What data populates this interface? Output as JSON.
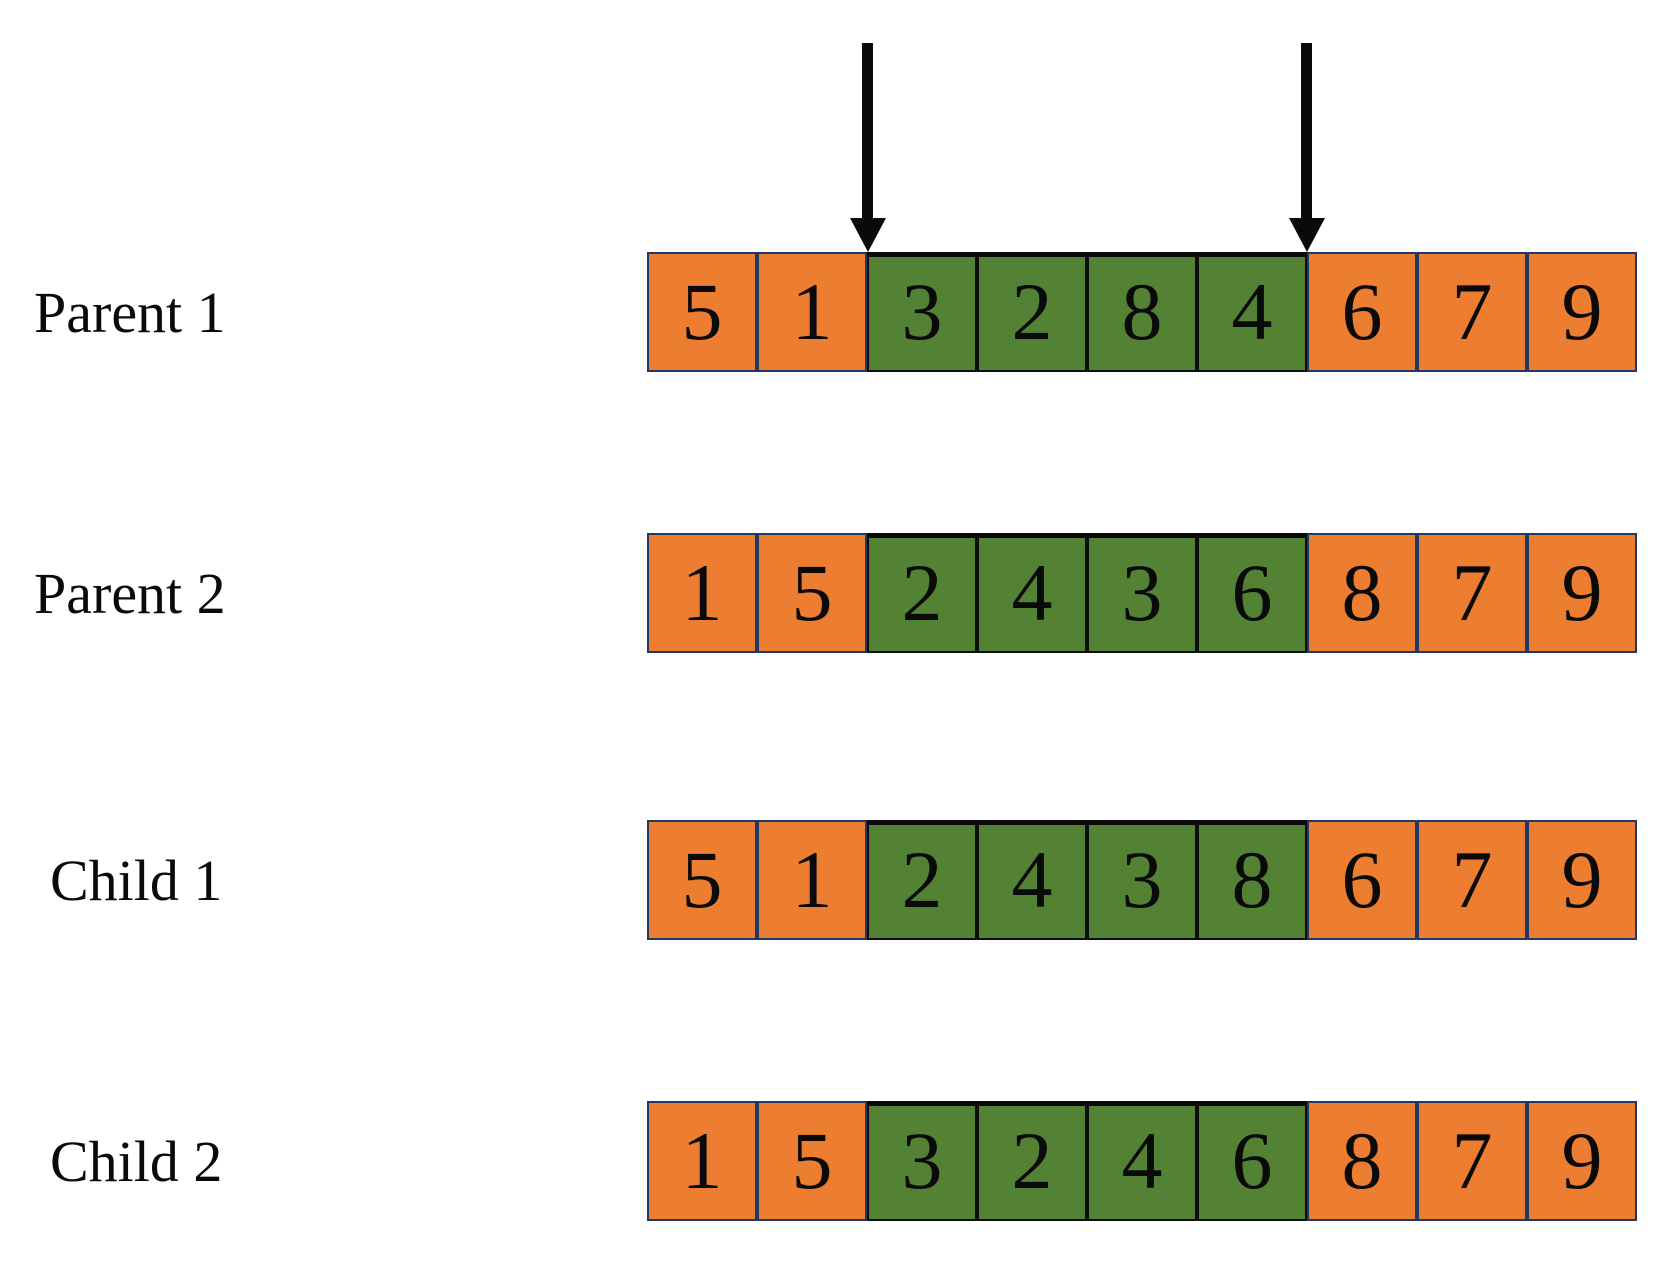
{
  "figure": {
    "description_labels": [
      "Parent 1",
      "Parent 2",
      "Child 1",
      "Child 2"
    ]
  },
  "colors": {
    "orange": "#ED7D31",
    "green": "#548235",
    "cell_border": "#1F3864",
    "segment_line": "#0a0a0a",
    "arrow": "#0a0a0a",
    "text": "#0a0a0a",
    "background": "#ffffff"
  },
  "icons": {
    "crossover_marker": "arrow-down"
  },
  "rows": [
    {
      "label": "Parent 1",
      "values": [
        5,
        1,
        3,
        2,
        8,
        4,
        6,
        7,
        9
      ],
      "segment": [
        "orange",
        "orange",
        "green",
        "green",
        "green",
        "green",
        "orange",
        "orange",
        "orange"
      ]
    },
    {
      "label": "Parent 2",
      "values": [
        1,
        5,
        2,
        4,
        3,
        6,
        8,
        7,
        9
      ],
      "segment": [
        "orange",
        "orange",
        "green",
        "green",
        "green",
        "green",
        "orange",
        "orange",
        "orange"
      ]
    },
    {
      "label": "Child 1",
      "values": [
        5,
        1,
        2,
        4,
        3,
        8,
        6,
        7,
        9
      ],
      "segment": [
        "orange",
        "orange",
        "green",
        "green",
        "green",
        "green",
        "orange",
        "orange",
        "orange"
      ]
    },
    {
      "label": "Child 2",
      "values": [
        1,
        5,
        3,
        2,
        4,
        6,
        8,
        7,
        9
      ],
      "segment": [
        "orange",
        "orange",
        "green",
        "green",
        "green",
        "green",
        "orange",
        "orange",
        "orange"
      ]
    }
  ],
  "arrows": [
    {
      "name": "crossover-point-left"
    },
    {
      "name": "crossover-point-right"
    }
  ]
}
